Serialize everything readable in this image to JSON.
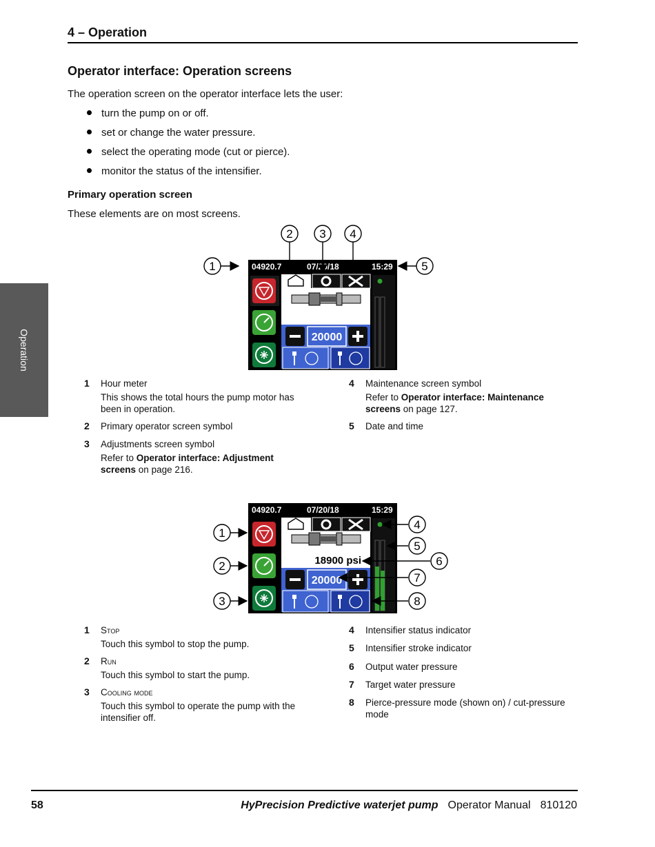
{
  "header": {
    "chapter": "4  –  Operation"
  },
  "section_title": "Operator interface: Operation screens",
  "intro": "The operation screen on the operator interface lets the user:",
  "bullets": [
    "turn the pump on or off.",
    "set or change the water pressure.",
    "select the operating mode (cut or pierce).",
    "monitor the status of the intensifier."
  ],
  "subsection_title": "Primary operation screen",
  "subsection_note": "These elements are on most screens.",
  "side_tab": "Operation",
  "screen": {
    "hour_meter": "04920.7",
    "date": "07/20/18",
    "time": "15:29",
    "target_pressure": "20000",
    "output_pressure": "18900 psi",
    "colors": {
      "stop": "#c6262c",
      "run": "#3aa335",
      "cooling": "#0f7a3a",
      "panel": "#3f63d0",
      "green": "#2fa12f"
    }
  },
  "figure1": {
    "callouts": [
      "1",
      "2",
      "3",
      "4",
      "5"
    ],
    "legend": [
      {
        "num": "1",
        "title": "Hour meter",
        "desc": "This shows the total hours the pump motor has been in operation."
      },
      {
        "num": "2",
        "title": "Primary operator screen symbol"
      },
      {
        "num": "3",
        "title": "Adjustments screen symbol",
        "ref_pre": "Refer to ",
        "ref_bold": "Operator interface: Adjustment screens",
        "ref_post": " on page 216."
      },
      {
        "num": "4",
        "title": "Maintenance screen symbol",
        "ref_pre": "Refer to ",
        "ref_bold": "Operator interface: Maintenance screens",
        "ref_post": " on page 127."
      },
      {
        "num": "5",
        "title": "Date and time"
      }
    ]
  },
  "figure2": {
    "callouts": [
      "1",
      "2",
      "3",
      "4",
      "5",
      "6",
      "7",
      "8"
    ],
    "legend": [
      {
        "num": "1",
        "title": "Stop",
        "desc": "Touch this symbol to stop the pump."
      },
      {
        "num": "2",
        "title": "Run",
        "desc": "Touch this symbol to start the pump."
      },
      {
        "num": "3",
        "title": "Cooling mode",
        "desc": "Touch this symbol to operate the pump with the intensifier off."
      },
      {
        "num": "4",
        "title": "Intensifier status indicator"
      },
      {
        "num": "5",
        "title": "Intensifier stroke indicator"
      },
      {
        "num": "6",
        "title": "Output water pressure"
      },
      {
        "num": "7",
        "title": "Target water pressure"
      },
      {
        "num": "8",
        "title": "Pierce-pressure mode (shown on) / cut-pressure mode"
      }
    ]
  },
  "footer": {
    "page": "58",
    "product": "HyPrecision Predictive waterjet pump",
    "doc_type": "Operator Manual",
    "doc_num": "810120"
  }
}
